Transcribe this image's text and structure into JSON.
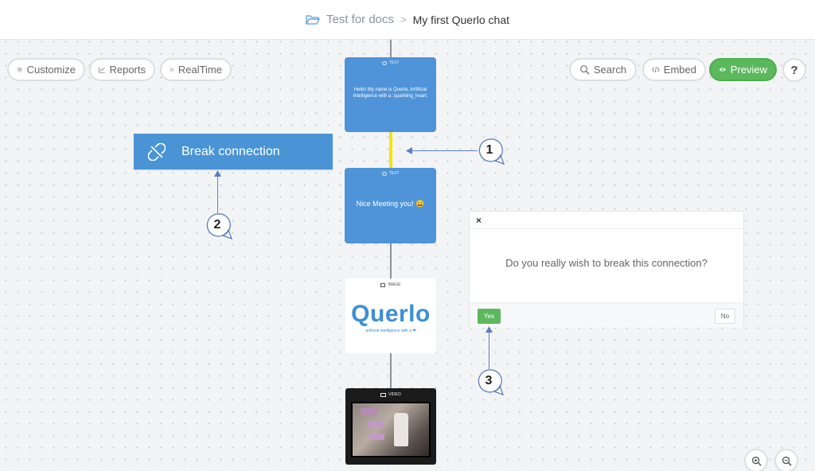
{
  "header": {
    "project": "Test for docs",
    "separator": ">",
    "chat": "My first Querlo chat",
    "folder_icon": "folder-open-icon"
  },
  "toolbar_left": [
    {
      "label": "Customize",
      "icon": "gear-icon"
    },
    {
      "label": "Reports",
      "icon": "chart-line-icon"
    },
    {
      "label": "RealTime",
      "icon": "rss-icon"
    }
  ],
  "toolbar_right": [
    {
      "label": "Search",
      "icon": "search-icon"
    },
    {
      "label": "Embed",
      "icon": "code-icon"
    },
    {
      "label": "Preview",
      "icon": "eye-icon"
    },
    {
      "label": "?",
      "icon": "help-icon"
    }
  ],
  "nodes": {
    "text1": {
      "tag": "TEXT",
      "message": "Hello! My name is Querlo, Artificial Intelligence with a :sparkling_heart:"
    },
    "text2": {
      "tag": "TEXT",
      "message": "Nice Meeting you! 😀"
    },
    "image": {
      "tag": "IMAGE",
      "logo": "Querlo",
      "tagline": "artificial intelligence with a ❤"
    },
    "video": {
      "tag": "VIDEO"
    }
  },
  "break_banner": {
    "label": "Break connection",
    "icon": "unlink-icon"
  },
  "callouts": [
    "1",
    "2",
    "3"
  ],
  "dialog": {
    "close": "×",
    "question": "Do you really wish to break this connection?",
    "yes": "Yes",
    "no": "No"
  },
  "zoom": [
    {
      "icon": "zoom-in-icon"
    },
    {
      "icon": "zoom-out-icon"
    }
  ],
  "colors": {
    "accent_blue": "#4f94d8",
    "success_green": "#5cb85c",
    "highlight_yellow": "#f2e600",
    "annotation_blue": "#5b7fc1"
  }
}
